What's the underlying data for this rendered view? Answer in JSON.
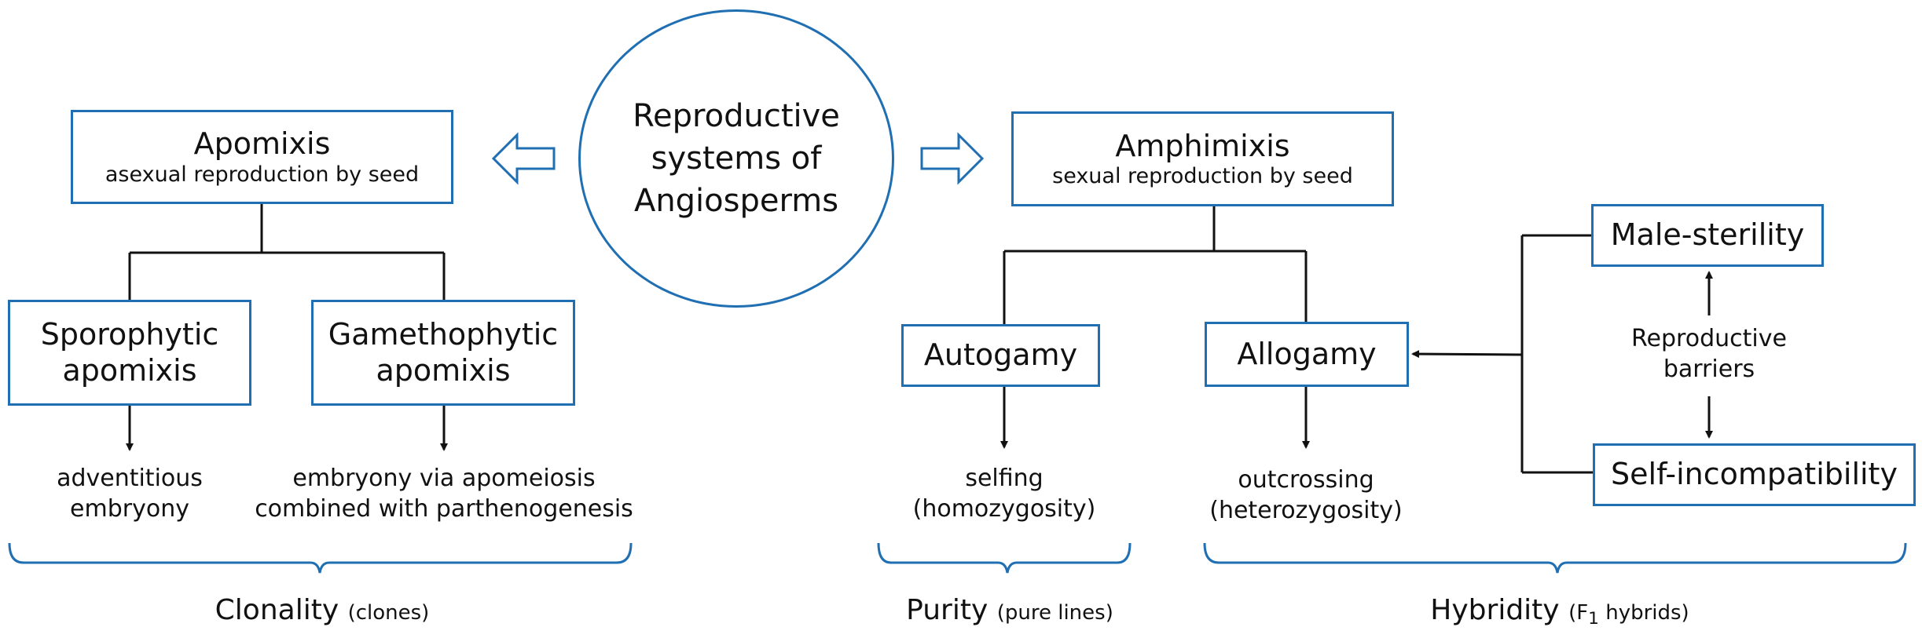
{
  "center": {
    "line1": "Reproductive",
    "line2": "systems of",
    "line3": "Angiosperms"
  },
  "apomixis": {
    "title": "Apomixis",
    "subtitle": "asexual reproduction by seed"
  },
  "amphimixis": {
    "title": "Amphimixis",
    "subtitle": "sexual reproduction by seed"
  },
  "sporophytic": {
    "line1": "Sporophytic",
    "line2": "apomixis"
  },
  "gametophytic": {
    "line1": "Gamethophytic",
    "line2": "apomixis"
  },
  "autogamy": "Autogamy",
  "allogamy": "Allogamy",
  "male_sterility": "Male-sterility",
  "self_incompatibility": "Self-incompatibility",
  "barriers": {
    "line1": "Reproductive",
    "line2": "barriers"
  },
  "outcomes": {
    "adventitious": {
      "line1": "adventitious",
      "line2": "embryony"
    },
    "apomeiosis": {
      "line1": "embryony via apomeiosis",
      "line2": "combined with parthenogenesis"
    },
    "selfing": {
      "line1": "selfing",
      "line2": "(homozygosity)"
    },
    "outcrossing": {
      "line1": "outcrossing",
      "line2": "(heterozygosity)"
    }
  },
  "footers": {
    "clonality": {
      "main": "Clonality",
      "note": "(clones)"
    },
    "purity": {
      "main": "Purity",
      "note": "(pure lines)"
    },
    "hybridity": {
      "main": "Hybridity",
      "note_pre": "(F",
      "note_sub": "1",
      "note_post": " hybrids)"
    }
  },
  "colors": {
    "box_border": "#1f6fb2",
    "line": "#111111",
    "text": "#111111"
  }
}
